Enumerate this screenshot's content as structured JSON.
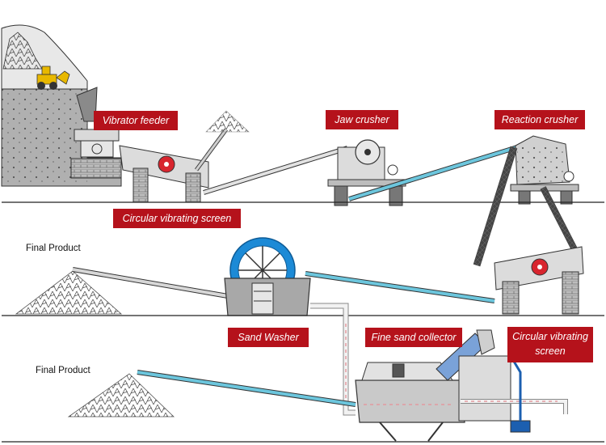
{
  "labels": {
    "vibrator_feeder": "Vibrator feeder",
    "jaw_crusher": "Jaw crusher",
    "reaction_crusher": "Reaction crusher",
    "circular_screen_1": "Circular vibrating screen",
    "sand_washer": "Sand  Washer",
    "fine_sand_collector": "Fine sand collector",
    "circular_screen_2": "Circular vibrating screen",
    "final_product_1": "Final Product",
    "final_product_2": "Final Product"
  },
  "colors": {
    "label_bg": "#b5121b",
    "label_text": "#ffffff",
    "belt": "#6cc6dd",
    "washer_wheel": "#1c8ad6",
    "crusher_red": "#d8252e",
    "machine_gray": "#cfcfcf",
    "rock_gray": "#9a9a9a",
    "hopper_blue": "#7aa2d8"
  },
  "icons": {
    "loader": "wheel-loader-icon",
    "feeder": "vibrating-feeder-icon",
    "jaw": "jaw-crusher-icon",
    "impact": "impact-crusher-icon",
    "screen": "vibrating-screen-icon",
    "washer": "bucket-wheel-sand-washer-icon",
    "collector": "fine-sand-recycler-icon",
    "pile": "material-pile-icon"
  }
}
